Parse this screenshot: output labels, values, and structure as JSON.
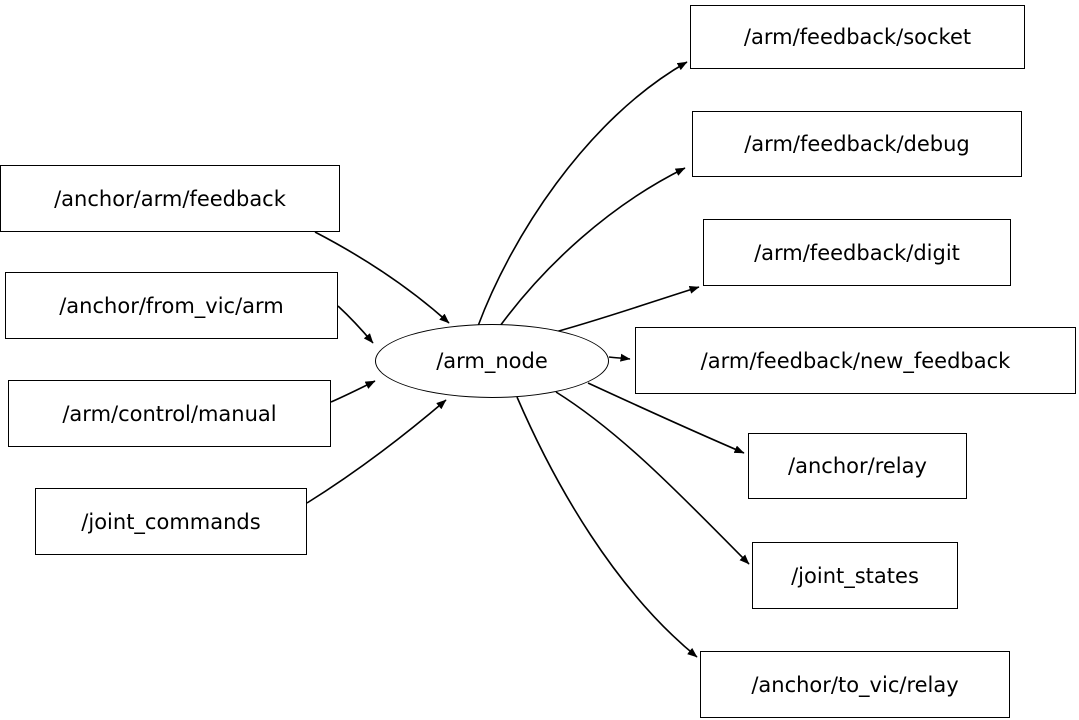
{
  "diagram": {
    "type": "ros-node-graph",
    "center_node": {
      "label": "/arm_node"
    },
    "input_topics": [
      "/anchor/arm/feedback",
      "/anchor/from_vic/arm",
      "/arm/control/manual",
      "/joint_commands"
    ],
    "output_topics": [
      "/arm/feedback/socket",
      "/arm/feedback/debug",
      "/arm/feedback/digit",
      "/arm/feedback/new_feedback",
      "/anchor/relay",
      "/joint_states",
      "/anchor/to_vic/relay"
    ],
    "colors": {
      "background": "#ffffff",
      "node_border": "#000000",
      "text": "#000000"
    }
  }
}
